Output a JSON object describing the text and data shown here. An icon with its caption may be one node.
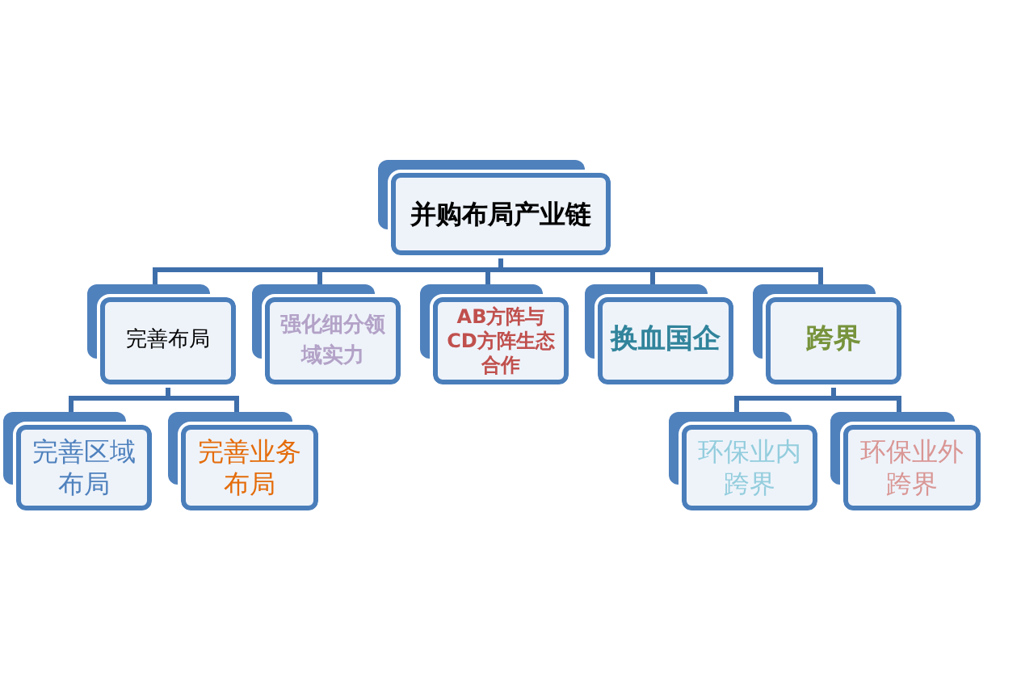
{
  "diagram": {
    "nodes": [
      {
        "text": [
          "并购布局产业链"
        ]
      },
      {
        "text": [
          "完善布局"
        ]
      },
      {
        "text": [
          "强化细分领域实力"
        ]
      },
      {
        "text": [
          "AB方阵与CD方阵生态合作"
        ]
      },
      {
        "text": [
          "换血国企"
        ]
      },
      {
        "text": [
          "跨界"
        ]
      },
      {
        "text": [
          "完善区域布局"
        ]
      },
      {
        "text": [
          "完善业务布局"
        ]
      },
      {
        "text": [
          "环保业内跨界"
        ]
      },
      {
        "text": [
          "环保业外跨界"
        ]
      }
    ],
    "edges": [
      {
        "from": 0,
        "to": 1,
        "arrow": "none"
      },
      {
        "from": 0,
        "to": 2,
        "arrow": "none"
      },
      {
        "from": 0,
        "to": 3,
        "arrow": "none"
      },
      {
        "from": 0,
        "to": 4,
        "arrow": "none"
      },
      {
        "from": 0,
        "to": 5,
        "arrow": "none"
      },
      {
        "from": 1,
        "to": 6,
        "arrow": "none"
      },
      {
        "from": 1,
        "to": 7,
        "arrow": "none"
      },
      {
        "from": 5,
        "to": 8,
        "arrow": "none"
      },
      {
        "from": 5,
        "to": 9,
        "arrow": "none"
      }
    ]
  }
}
